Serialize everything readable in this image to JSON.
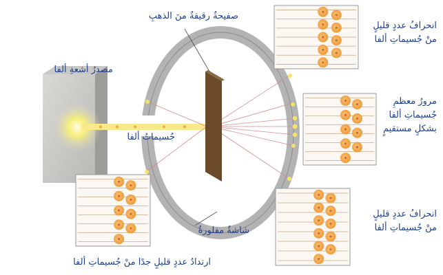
{
  "labels": {
    "foil": "صفيحةٌ رقيقةٌ منَ الذهبِ",
    "source": "مصدرُ أشعةِ ألفا",
    "alpha_beam": "جُسيماتُ ألفا",
    "screen": "شاشةٌ مفلورةٌ",
    "deflect_top_line1": "انحرافُ عددٍ قليلٍ",
    "deflect_top_line2": "منْ جُسيماتِ ألفا",
    "pass_line1": "مرورُ معظمِ",
    "pass_line2": "جُسيماتِ ألفا",
    "pass_line3": "بشكلٍ مستقيمٍ",
    "deflect_bottom_line1": "انحرافُ عددٍ قليلٍ",
    "deflect_bottom_line2": "منْ جُسيماتِ ألفا",
    "rebound": "ارتدادُ عددٍ قليلٍ جدًا منْ جُسيماتِ ألفا"
  },
  "colors": {
    "label_text": "#1f3f8f",
    "nucleus": "#f2a23a",
    "nucleus_core": "#e8741c",
    "track_line": "#c9a98a",
    "beam": "#f7e27a",
    "foil": "#6b4a2a",
    "screen_ring": "#a8a8a8",
    "source_box": "#a9a9a9"
  }
}
